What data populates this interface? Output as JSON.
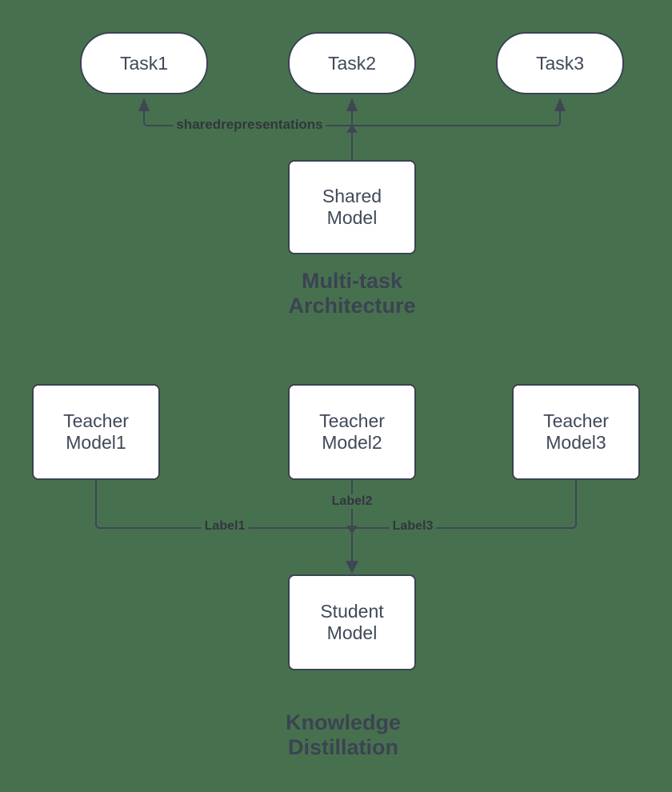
{
  "colors": {
    "background": "#47714E",
    "line": "#3E4756",
    "node_fill": "#FFFFFF",
    "node_border": "#3A4352",
    "node_text": "#3F4959",
    "title_text": "#3B4353",
    "edge_label_text": "#32363E"
  },
  "multi_task": {
    "title": "Multi-task\nArchitecture",
    "task1": "Task1",
    "task2": "Task2",
    "task3": "Task3",
    "shared_model": "Shared\nModel",
    "edge_label": "sharedrepresentations"
  },
  "knowledge_distillation": {
    "title": "Knowledge\nDistillation",
    "teacher1": "Teacher\nModel1",
    "teacher2": "Teacher\nModel2",
    "teacher3": "Teacher\nModel3",
    "student": "Student\nModel",
    "label1": "Label1",
    "label2": "Label2",
    "label3": "Label3"
  }
}
